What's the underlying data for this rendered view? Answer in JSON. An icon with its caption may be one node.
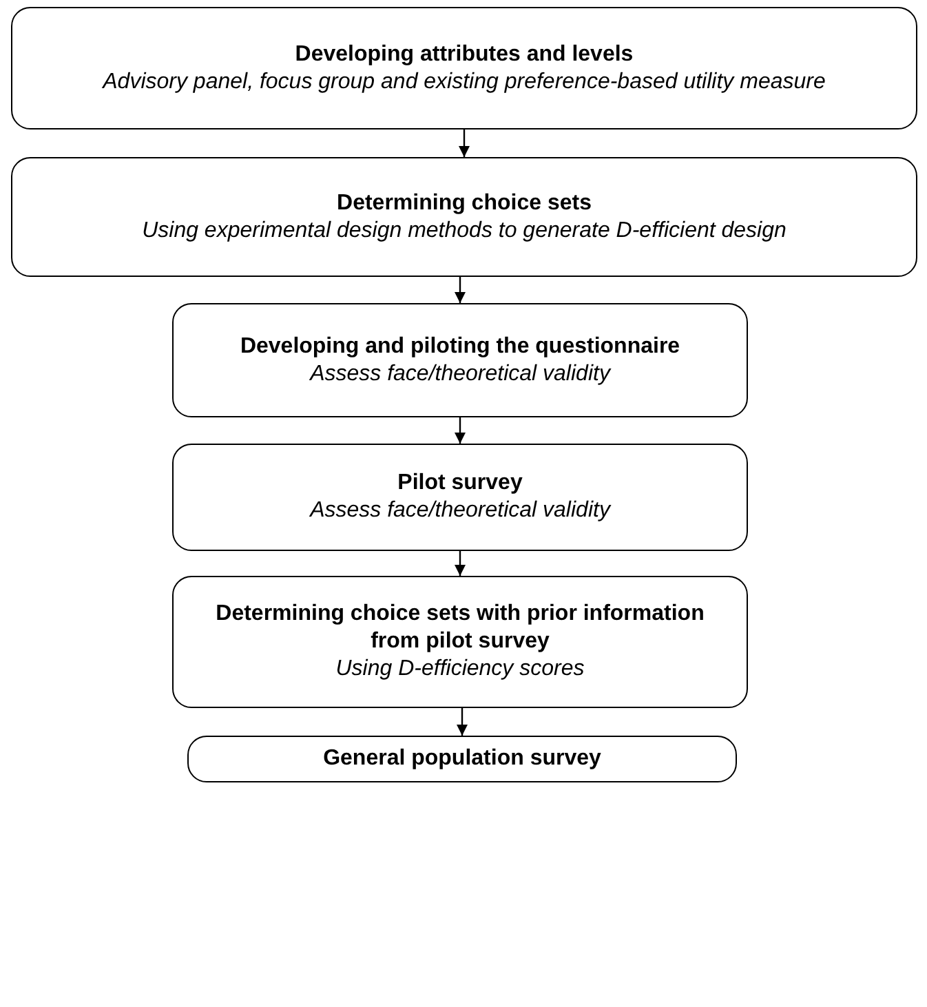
{
  "diagram": {
    "nodes": [
      {
        "text": [
          "Developing attributes and levels",
          "Advisory panel, focus group and existing preference-based utility measure"
        ]
      },
      {
        "text": [
          "Determining choice sets",
          "Using experimental design methods to generate D-efficient design"
        ]
      },
      {
        "text": [
          "Developing and piloting the questionnaire",
          "Assess face/theoretical validity"
        ]
      },
      {
        "text": [
          "Pilot survey",
          "Assess face/theoretical validity"
        ]
      },
      {
        "text": [
          "Determining choice sets with prior information from pilot survey",
          "Using D-efficiency scores"
        ]
      },
      {
        "text": [
          "General population survey"
        ]
      }
    ],
    "edges": [
      {
        "from": 0,
        "to": 1,
        "arrow": "to"
      },
      {
        "from": 1,
        "to": 2,
        "arrow": "to"
      },
      {
        "from": 2,
        "to": 3,
        "arrow": "to"
      },
      {
        "from": 3,
        "to": 4,
        "arrow": "to"
      },
      {
        "from": 4,
        "to": 5,
        "arrow": "to"
      }
    ]
  }
}
